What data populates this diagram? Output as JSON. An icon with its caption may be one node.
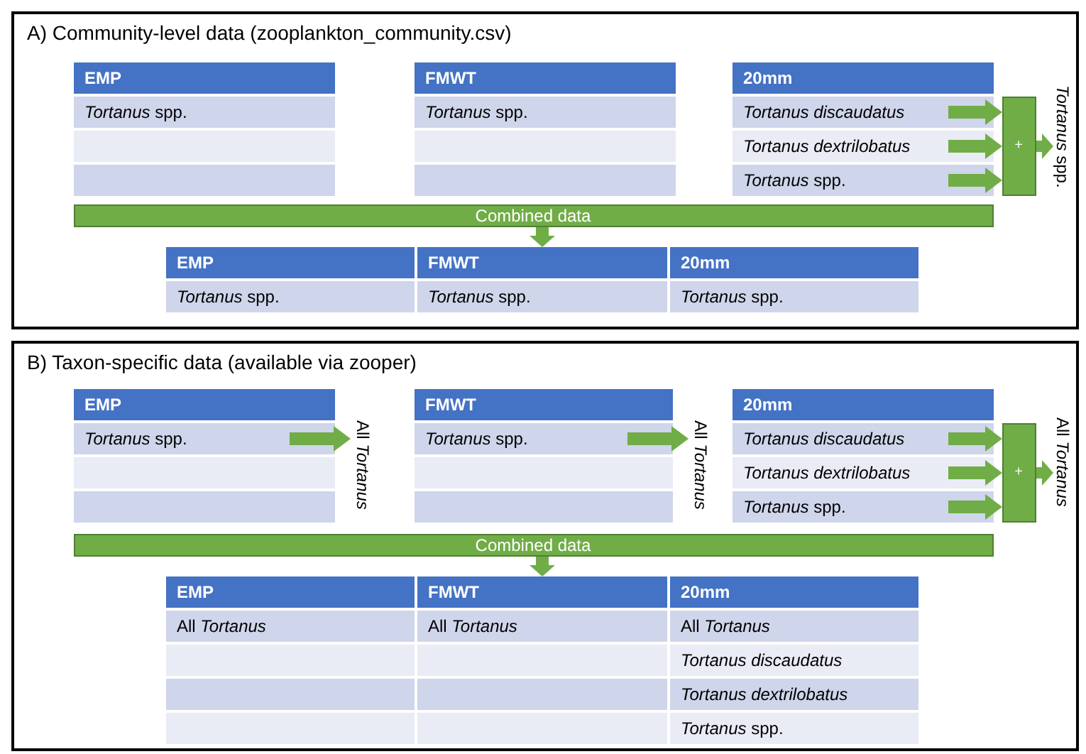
{
  "diagram": {
    "nodes": [
      {
        "text": [
          "A) Community-level data (zooplankton_community.csv)"
        ]
      },
      {
        "text": [
          "EMP"
        ],
        "in": 0
      },
      {
        "text": [
          "*Tortanus* spp."
        ],
        "in": 0
      },
      {
        "text": [],
        "shape": "box",
        "in": 0
      },
      {
        "text": [],
        "shape": "box",
        "in": 0
      },
      {
        "text": [
          "FMWT"
        ],
        "in": 0
      },
      {
        "text": [
          "*Tortanus* spp."
        ],
        "in": 0
      },
      {
        "text": [],
        "shape": "box",
        "in": 0
      },
      {
        "text": [],
        "shape": "box",
        "in": 0
      },
      {
        "text": [
          "20mm"
        ],
        "in": 0
      },
      {
        "text": [
          "Tortanus discaudatus"
        ],
        "in": 0
      },
      {
        "text": [
          "Tortanus dextrilobatus"
        ],
        "in": 0
      },
      {
        "text": [
          "*Tortanus* spp."
        ],
        "in": 0
      },
      {
        "text": [
          "+"
        ],
        "in": 0
      },
      {
        "text": [
          "*Tortanus* spp."
        ],
        "in": 0
      },
      {
        "text": [
          "Combined data"
        ],
        "in": 0
      },
      {
        "text": [
          "EMP"
        ],
        "in": 0
      },
      {
        "text": [
          "*Tortanus* spp."
        ],
        "in": 0
      },
      {
        "text": [
          "FMWT"
        ],
        "in": 0
      },
      {
        "text": [
          "*Tortanus* spp."
        ],
        "in": 0
      },
      {
        "text": [
          "20mm"
        ],
        "in": 0
      },
      {
        "text": [
          "*Tortanus* spp."
        ],
        "in": 0
      },
      {
        "text": [
          "B) Taxon-specific data (available via zooper)"
        ]
      },
      {
        "text": [
          "EMP"
        ],
        "in": 22
      },
      {
        "text": [
          "*Tortanus* spp."
        ],
        "in": 22
      },
      {
        "text": [],
        "shape": "box",
        "in": 22
      },
      {
        "text": [],
        "shape": "box",
        "in": 22
      },
      {
        "text": [
          "All *Tortanus*"
        ],
        "in": 22
      },
      {
        "text": [
          "FMWT"
        ],
        "in": 22
      },
      {
        "text": [
          "*Tortanus* spp."
        ],
        "in": 22
      },
      {
        "text": [],
        "shape": "box",
        "in": 22
      },
      {
        "text": [],
        "shape": "box",
        "in": 22
      },
      {
        "text": [
          "All *Tortanus*"
        ],
        "in": 22
      },
      {
        "text": [
          "20mm"
        ],
        "in": 22
      },
      {
        "text": [
          "Tortanus discaudatus"
        ],
        "in": 22
      },
      {
        "text": [
          "Tortanus dextrilobatus"
        ],
        "in": 22
      },
      {
        "text": [
          "*Tortanus* spp."
        ],
        "in": 22
      },
      {
        "text": [
          "+"
        ],
        "in": 22
      },
      {
        "text": [
          "All *Tortanus*"
        ],
        "in": 22
      },
      {
        "text": [
          "Combined data"
        ],
        "in": 22
      },
      {
        "text": [
          "EMP"
        ],
        "in": 22
      },
      {
        "text": [
          "All *Tortanus*"
        ],
        "in": 22
      },
      {
        "text": [],
        "shape": "box",
        "in": 22
      },
      {
        "text": [],
        "shape": "box",
        "in": 22
      },
      {
        "text": [],
        "shape": "box",
        "in": 22
      },
      {
        "text": [
          "FMWT"
        ],
        "in": 22
      },
      {
        "text": [
          "All *Tortanus*"
        ],
        "in": 22
      },
      {
        "text": [],
        "shape": "box",
        "in": 22
      },
      {
        "text": [],
        "shape": "box",
        "in": 22
      },
      {
        "text": [],
        "shape": "box",
        "in": 22
      },
      {
        "text": [
          "20mm"
        ],
        "in": 22
      },
      {
        "text": [
          "All *Tortanus*"
        ],
        "in": 22
      },
      {
        "text": [
          "Tortanus discaudatus"
        ],
        "in": 22
      },
      {
        "text": [
          "Tortanus dextrilobatus"
        ],
        "in": 22
      },
      {
        "text": [
          "*Tortanus* spp."
        ],
        "in": 22
      }
    ],
    "edges": [
      {
        "from": 10,
        "to": 13,
        "arrow": "to"
      },
      {
        "from": 11,
        "to": 13,
        "arrow": "to"
      },
      {
        "from": 12,
        "to": 13,
        "arrow": "to"
      },
      {
        "from": 13,
        "to": 14,
        "arrow": "to"
      },
      {
        "from": 15,
        "to": 18,
        "arrow": "to"
      },
      {
        "from": 24,
        "to": 27,
        "arrow": "to"
      },
      {
        "from": 29,
        "to": 32,
        "arrow": "to"
      },
      {
        "from": 34,
        "to": 37,
        "arrow": "to"
      },
      {
        "from": 35,
        "to": 37,
        "arrow": "to"
      },
      {
        "from": 36,
        "to": 37,
        "arrow": "to"
      },
      {
        "from": 37,
        "to": 38,
        "arrow": "to"
      },
      {
        "from": 39,
        "to": 45,
        "arrow": "to"
      }
    ]
  }
}
